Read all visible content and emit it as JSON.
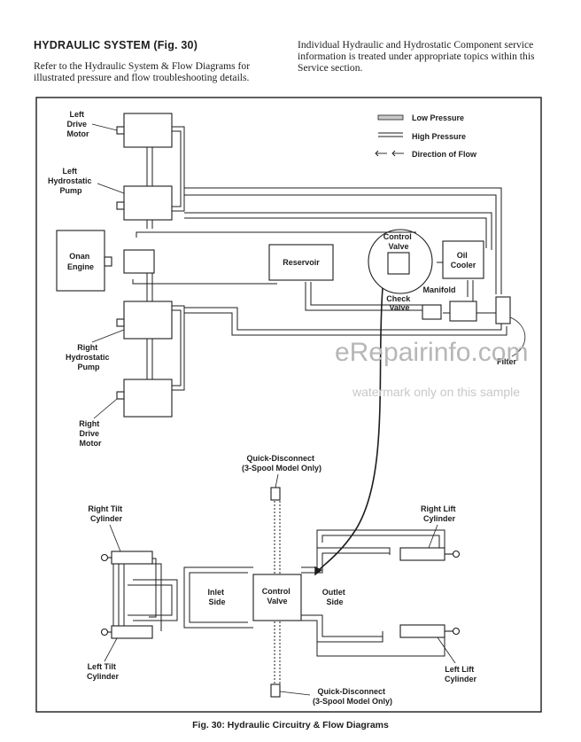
{
  "header": {
    "title": "HYDRAULIC SYSTEM (Fig. 30)",
    "left_text": "Refer to the Hydraulic System & Flow Diagrams for illustrated pressure and flow troubleshooting details.",
    "right_text": "Individual Hydraulic and Hydrostatic Component service information is treated under appropriate topics within this Service section."
  },
  "legend": {
    "low": "Low Pressure",
    "high": "High Pressure",
    "flow": "Direction of Flow"
  },
  "labels": {
    "left_drive_motor": [
      "Left",
      "Drive",
      "Motor"
    ],
    "left_pump": [
      "Left",
      "Hydrostatic",
      "Pump"
    ],
    "engine": [
      "Onan",
      "Engine"
    ],
    "right_pump": [
      "Right",
      "Hydrostatic",
      "Pump"
    ],
    "right_drive_motor": [
      "Right",
      "Drive",
      "Motor"
    ],
    "reservoir": "Reservoir",
    "control_valve_top": [
      "Control",
      "Valve"
    ],
    "oil_cooler": [
      "Oil",
      "Cooler"
    ],
    "manifold": "Manifold",
    "check_valve": [
      "Check",
      "Valve"
    ],
    "filter": "Filter",
    "qd_top": [
      "Quick-Disconnect",
      "(3-Spool Model Only)"
    ],
    "qd_bottom": [
      "Quick-Disconnect",
      "(3-Spool Model Only)"
    ],
    "right_tilt": [
      "Right Tilt",
      "Cylinder"
    ],
    "left_tilt": [
      "Left Tilt",
      "Cylinder"
    ],
    "right_lift": [
      "Right Lift",
      "Cylinder"
    ],
    "left_lift": [
      "Left Lift",
      "Cylinder"
    ],
    "inlet": [
      "Inlet",
      "Side"
    ],
    "control_valve_bottom": [
      "Control",
      "Valve"
    ],
    "outlet": [
      "Outlet",
      "Side"
    ]
  },
  "watermark": {
    "site": "eRepairinfo.com",
    "note": "watermark only on this sample"
  },
  "caption": "Fig. 30: Hydraulic Circuitry & Flow Diagrams"
}
